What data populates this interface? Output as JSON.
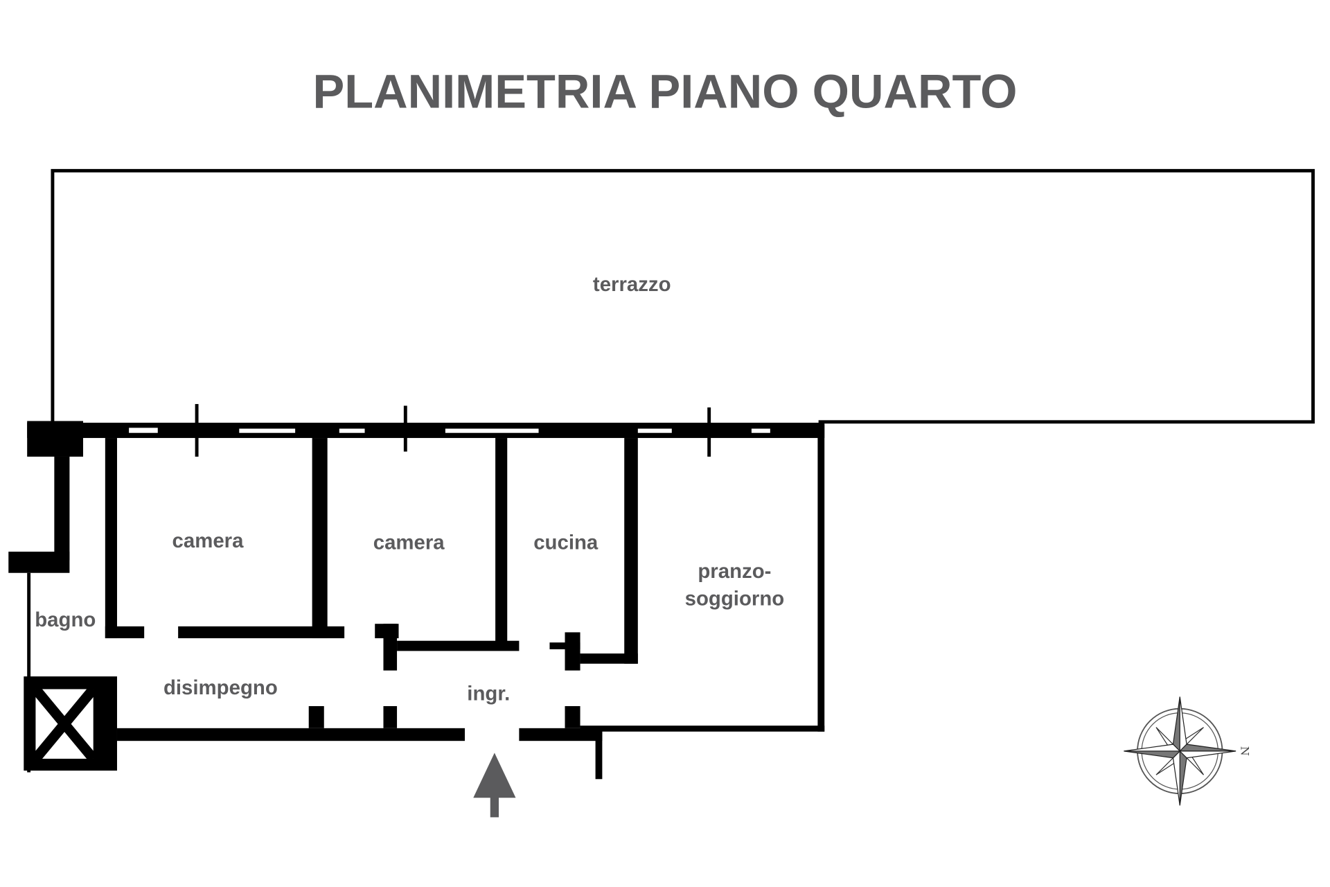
{
  "title": "PLANIMETRIA PIANO QUARTO",
  "rooms": {
    "terrazzo": "terrazzo",
    "camera_1": "camera",
    "camera_2": "camera",
    "cucina": "cucina",
    "pranzo_line1": "pranzo-",
    "pranzo_line2": "soggiorno",
    "bagno": "bagno",
    "disimpegno": "disimpegno",
    "ingresso": "ingr."
  },
  "compass": {
    "north_label": "N"
  },
  "colors": {
    "text": "#5b5b5d",
    "walls": "#000000",
    "arrow": "#5b5b5d"
  }
}
